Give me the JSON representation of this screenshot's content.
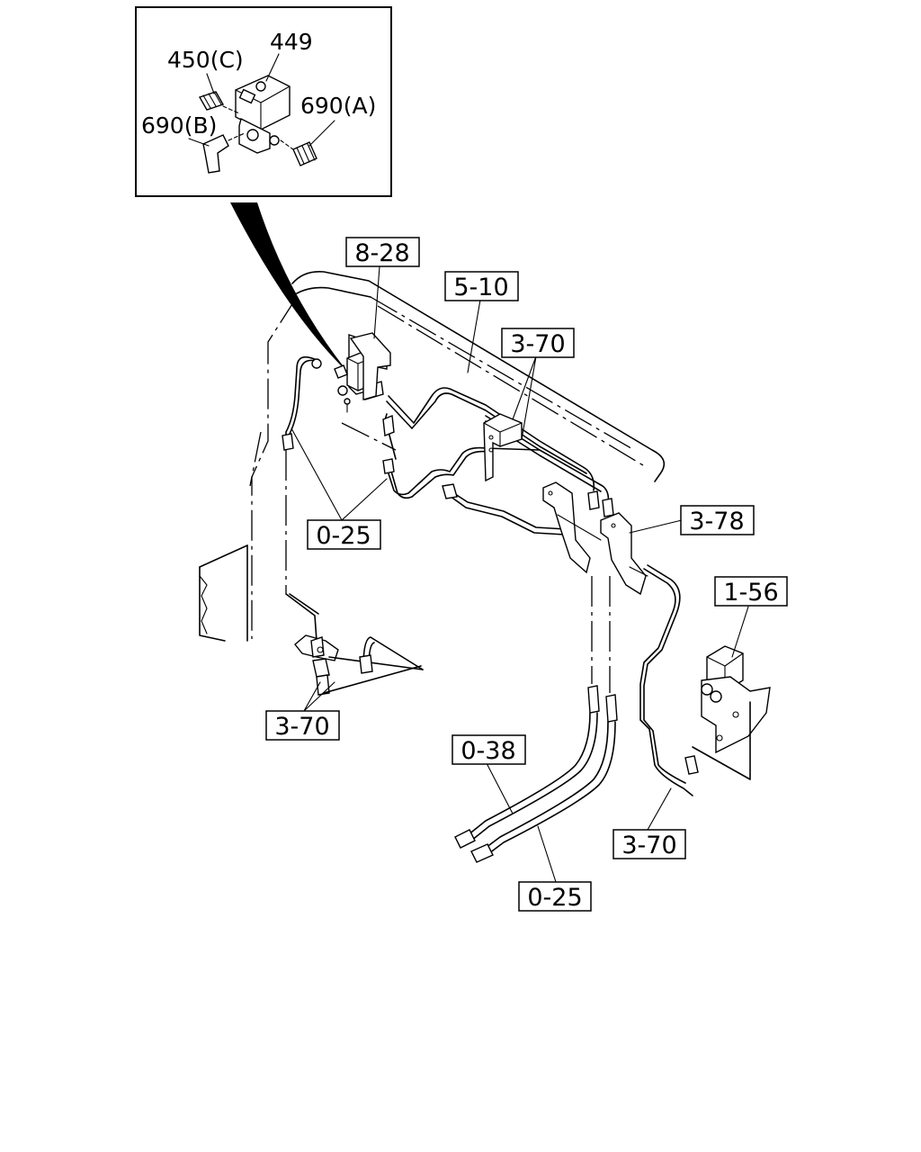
{
  "inset": {
    "labels": {
      "part_449": "449",
      "part_450c": "450(C)",
      "part_690b": "690(B)",
      "part_690a": "690(A)"
    }
  },
  "callouts": {
    "c_8_28": "8-28",
    "c_5_10": "5-10",
    "c_3_70_top": "3-70",
    "c_0_25_left": "0-25",
    "c_3_78": "3-78",
    "c_1_56": "1-56",
    "c_3_70_left": "3-70",
    "c_0_38": "0-38",
    "c_3_70_right": "3-70",
    "c_0_25_bottom": "0-25"
  }
}
